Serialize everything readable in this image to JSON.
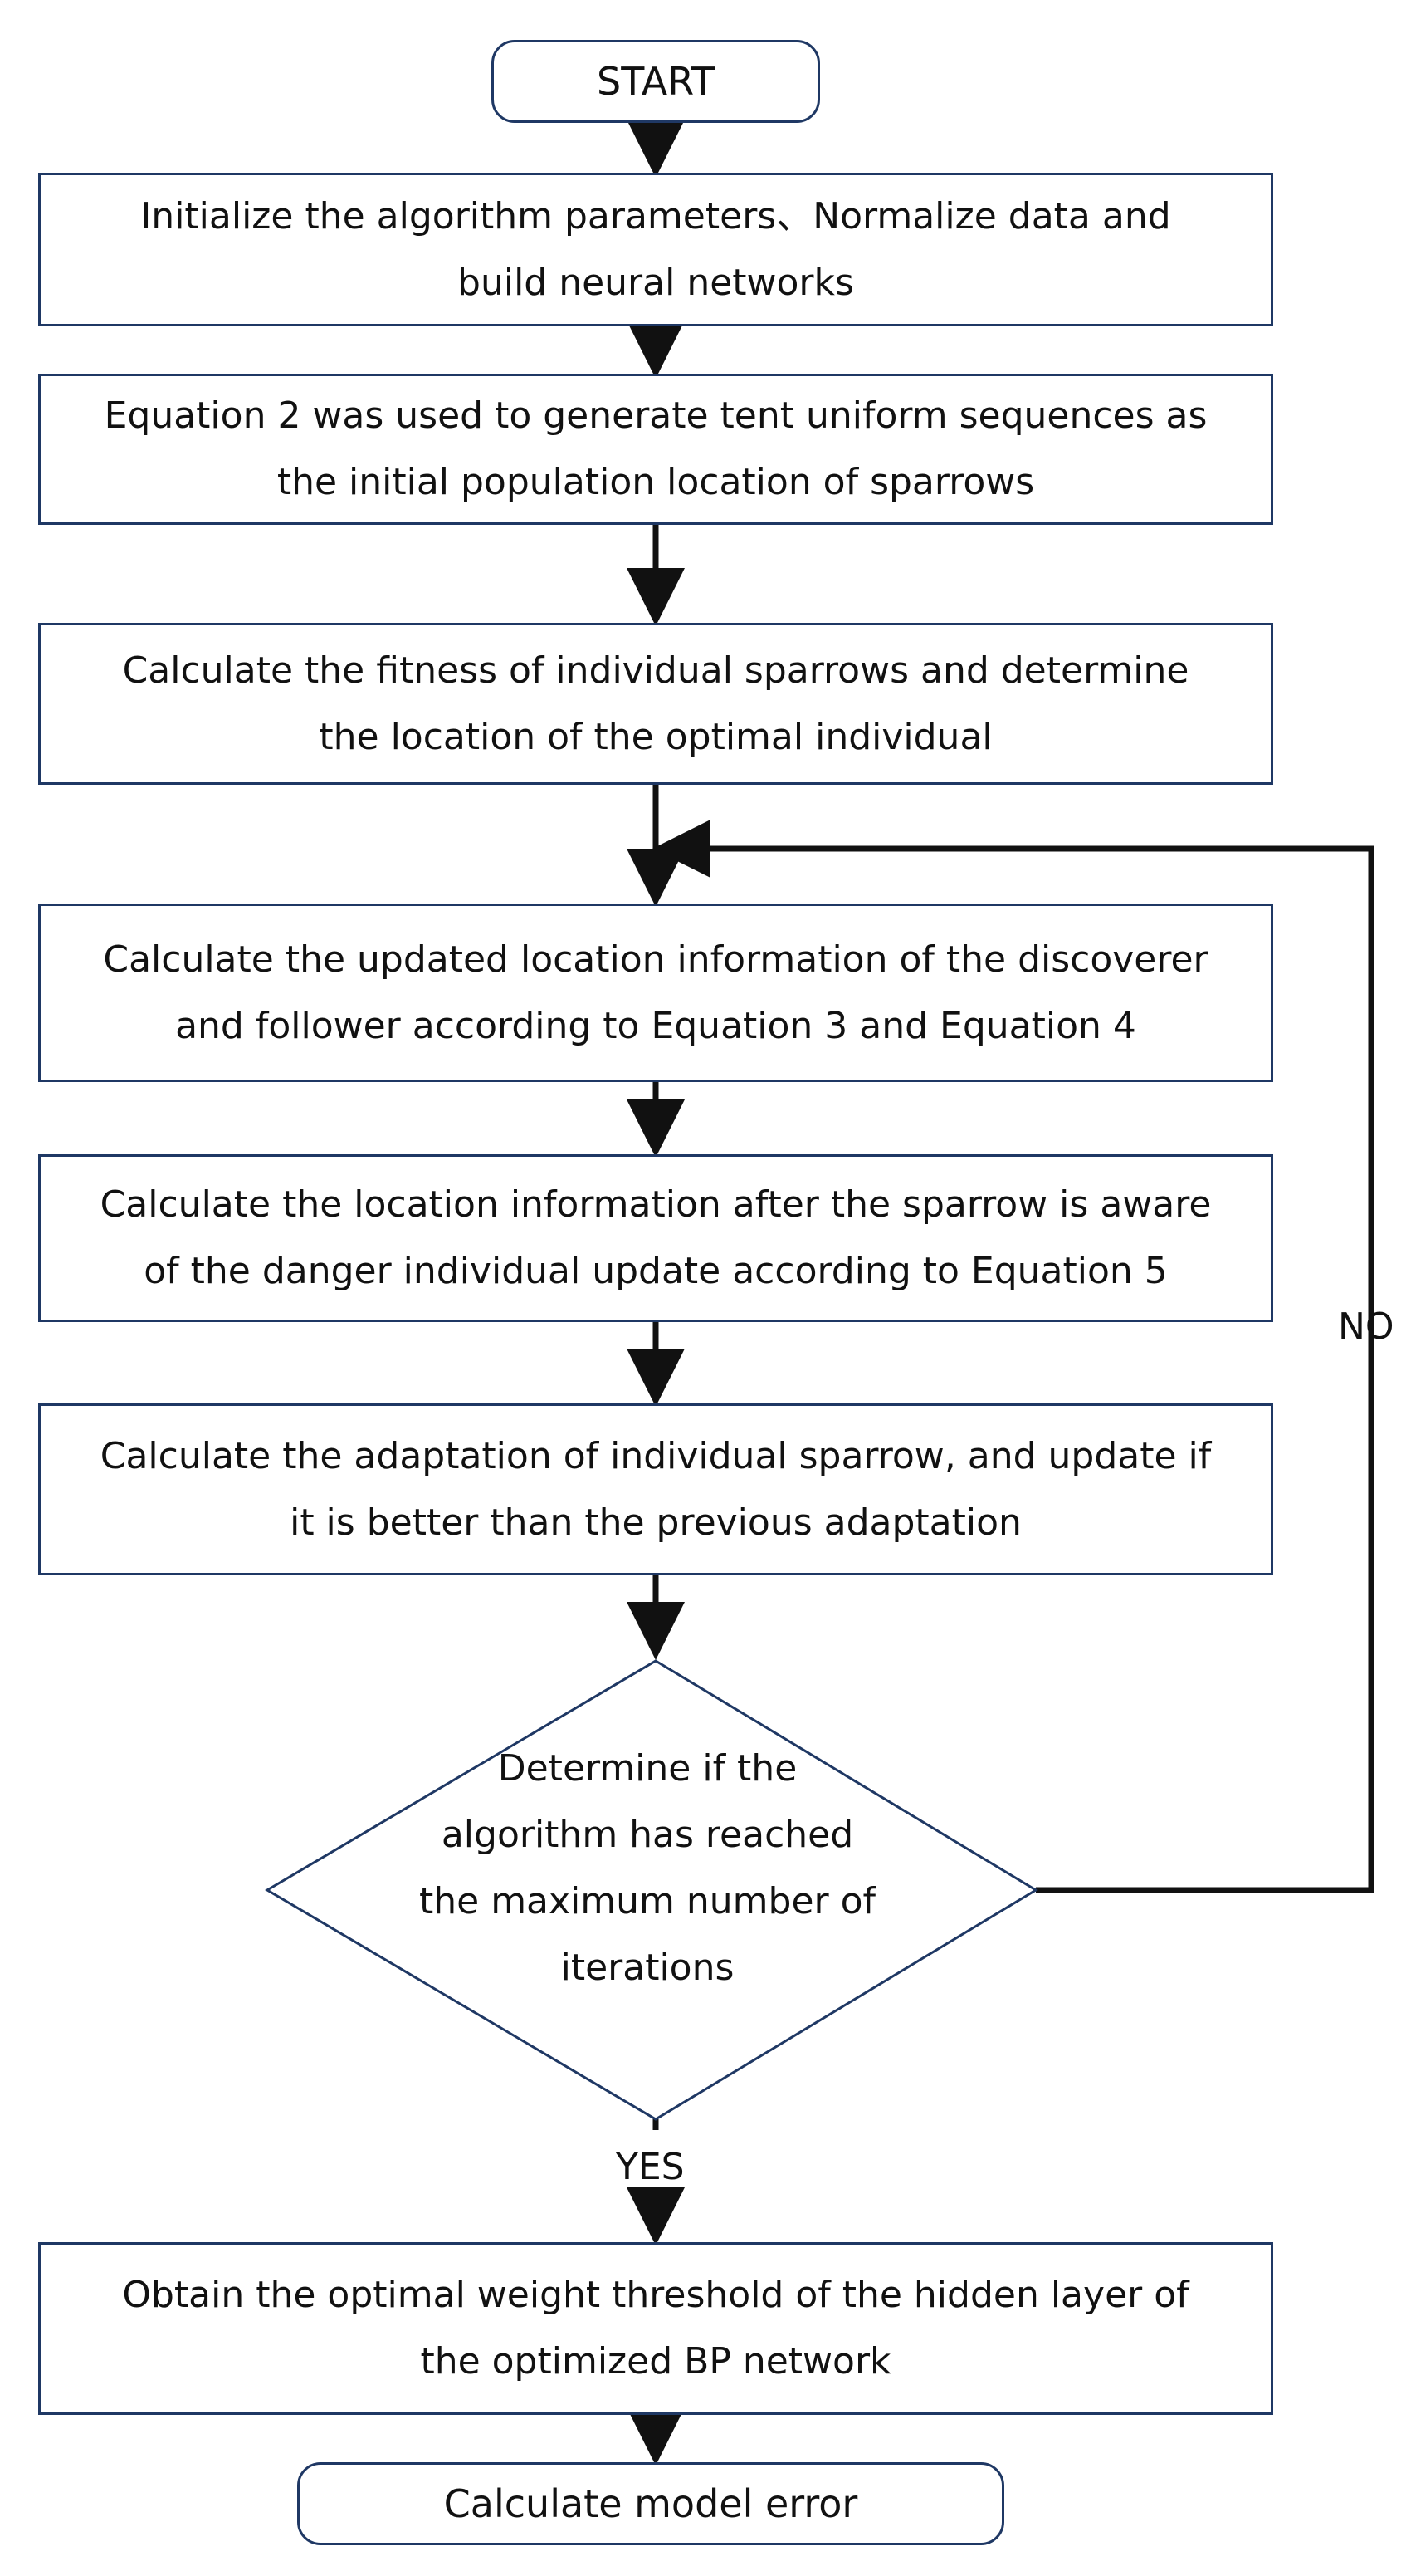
{
  "flowchart": {
    "start": "START",
    "steps": [
      "Initialize the algorithm parameters、Normalize data and\nbuild neural networks",
      "Equation 2 was used to generate tent uniform sequences as\nthe initial population location of sparrows",
      "Calculate the fitness of individual sparrows and determine\nthe location of the optimal individual",
      "Calculate the updated location information of the discoverer\nand follower according to Equation 3 and Equation 4",
      "Calculate the location information after the sparrow is aware\nof the danger individual update according to Equation 5",
      "Calculate the adaptation of individual sparrow, and update if\nit is better than the previous adaptation"
    ],
    "decision": "Determine if the\nalgorithm has reached\nthe maximum number of\niterations",
    "no_label": "NO",
    "yes_label": "YES",
    "final_step": "Obtain the optimal weight threshold of the hidden layer of\nthe optimized BP network",
    "end": "Calculate model error"
  },
  "colors": {
    "box_border": "#1f3864",
    "arrow": "#111111",
    "background": "#ffffff"
  }
}
